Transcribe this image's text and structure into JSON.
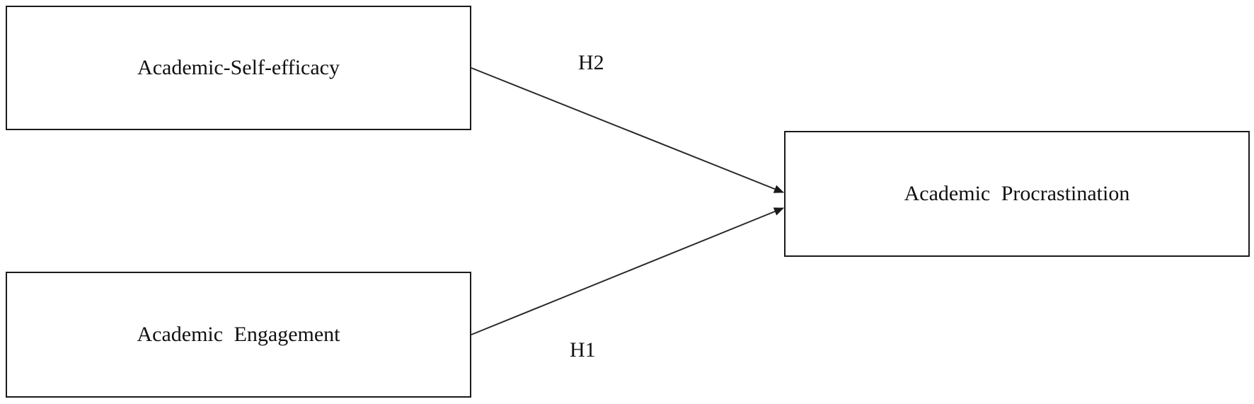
{
  "nodes": {
    "academic_self_efficacy": "Academic-Self-efficacy",
    "academic_engagement": "Academic  Engagement",
    "academic_procrastination": "Academic  Procrastination"
  },
  "edges": {
    "h2": "H2",
    "h1": "H1"
  },
  "colors": {
    "stroke": "#1a1a1a",
    "arrow": "#2a2a2a",
    "background": "#ffffff"
  }
}
